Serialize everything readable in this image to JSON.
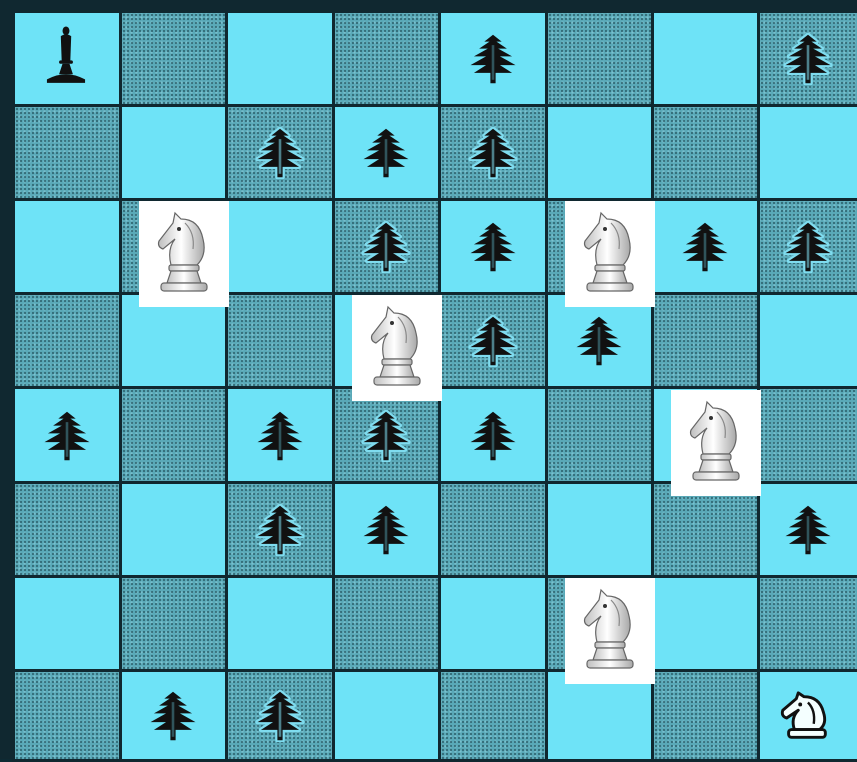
{
  "board": {
    "rows": 8,
    "cols": 8,
    "colors": {
      "light": "#6ee3f7",
      "dark": "#5aa9b8",
      "grid": "#102830",
      "tree": "#111111",
      "tree_glow": "#7fdcef"
    },
    "squares": [
      [
        "light",
        "dark",
        "light",
        "dark",
        "light",
        "dark",
        "light",
        "dark"
      ],
      [
        "dark",
        "light",
        "dark",
        "light",
        "dark",
        "light",
        "dark",
        "light"
      ],
      [
        "light",
        "dark",
        "light",
        "dark",
        "light",
        "dark",
        "light",
        "dark"
      ],
      [
        "dark",
        "light",
        "dark",
        "light",
        "dark",
        "light",
        "dark",
        "light"
      ],
      [
        "light",
        "dark",
        "light",
        "dark",
        "light",
        "dark",
        "light",
        "dark"
      ],
      [
        "dark",
        "light",
        "dark",
        "light",
        "dark",
        "light",
        "dark",
        "light"
      ],
      [
        "light",
        "dark",
        "light",
        "dark",
        "light",
        "dark",
        "light",
        "dark"
      ],
      [
        "dark",
        "light",
        "dark",
        "light",
        "dark",
        "light",
        "dark",
        "light"
      ]
    ]
  },
  "pieces": [
    {
      "type": "black-bishop",
      "row": 0,
      "col": 0
    },
    {
      "type": "tree",
      "row": 0,
      "col": 4
    },
    {
      "type": "tree",
      "row": 0,
      "col": 7
    },
    {
      "type": "tree",
      "row": 1,
      "col": 2
    },
    {
      "type": "tree",
      "row": 1,
      "col": 3
    },
    {
      "type": "tree",
      "row": 1,
      "col": 4
    },
    {
      "type": "white-knight",
      "row": 2,
      "col": 1
    },
    {
      "type": "tree",
      "row": 2,
      "col": 3
    },
    {
      "type": "tree",
      "row": 2,
      "col": 4
    },
    {
      "type": "white-knight",
      "row": 2,
      "col": 5
    },
    {
      "type": "tree",
      "row": 2,
      "col": 6
    },
    {
      "type": "tree",
      "row": 2,
      "col": 7
    },
    {
      "type": "white-knight",
      "row": 3,
      "col": 3
    },
    {
      "type": "tree",
      "row": 3,
      "col": 4
    },
    {
      "type": "tree",
      "row": 3,
      "col": 5
    },
    {
      "type": "tree",
      "row": 4,
      "col": 0
    },
    {
      "type": "tree",
      "row": 4,
      "col": 2
    },
    {
      "type": "tree",
      "row": 4,
      "col": 3
    },
    {
      "type": "tree",
      "row": 4,
      "col": 4
    },
    {
      "type": "white-knight",
      "row": 4,
      "col": 6
    },
    {
      "type": "tree",
      "row": 5,
      "col": 2
    },
    {
      "type": "tree",
      "row": 5,
      "col": 3
    },
    {
      "type": "tree",
      "row": 5,
      "col": 7
    },
    {
      "type": "white-knight",
      "row": 6,
      "col": 5
    },
    {
      "type": "tree",
      "row": 7,
      "col": 1
    },
    {
      "type": "tree",
      "row": 7,
      "col": 2
    },
    {
      "type": "outline-knight",
      "row": 7,
      "col": 7
    }
  ]
}
